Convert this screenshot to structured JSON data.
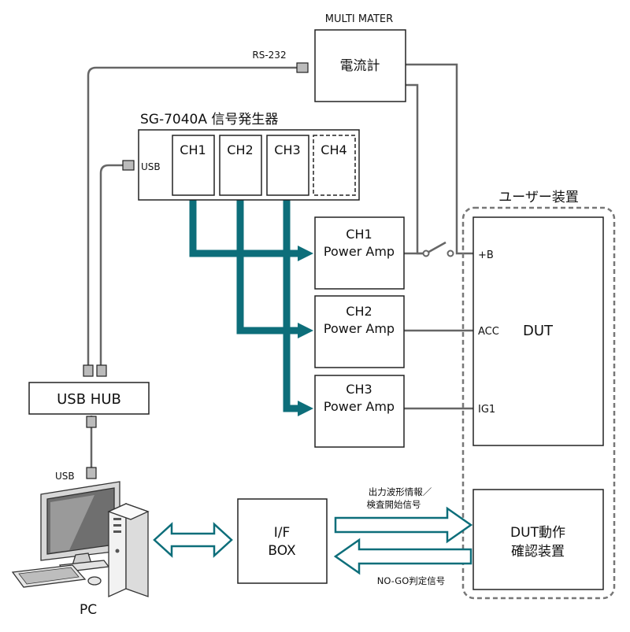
{
  "multimeter": {
    "title": "MULTI MATER",
    "label": "電流計"
  },
  "rs232": "RS-232",
  "sg": {
    "title": "SG-7040A  信号発生器",
    "usb": "USB",
    "channels": [
      "CH1",
      "CH2",
      "CH3",
      "CH4"
    ]
  },
  "amps": [
    {
      "ch": "CH1",
      "name": "Power Amp"
    },
    {
      "ch": "CH2",
      "name": "Power Amp"
    },
    {
      "ch": "CH3",
      "name": "Power Amp"
    }
  ],
  "user_device": {
    "title": "ユーザー装置",
    "dut": "DUT",
    "pins": [
      "+B",
      "ACC",
      "IG1"
    ],
    "checker_line1": "DUT動作",
    "checker_line2": "確認装置"
  },
  "usb_hub": {
    "label": "USB HUB",
    "usb": "USB"
  },
  "pc": "PC",
  "ifbox": {
    "line1": "I/F",
    "line2": "BOX"
  },
  "signals": {
    "out_line1": "出力波形情報／",
    "out_line2": "検査開始信号",
    "in": "NO-GO判定信号"
  },
  "colors": {
    "bus": "#0d6e7a",
    "wire": "#666666",
    "box": "#222222",
    "dash": "#777777"
  }
}
